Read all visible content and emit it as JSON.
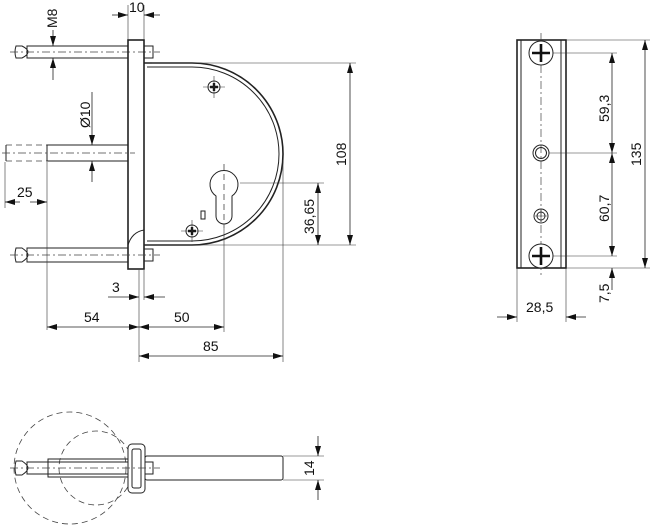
{
  "dimensions": {
    "thread": "M8",
    "plate_thickness": "10",
    "pin_diameter": "Ø10",
    "pin_projection": "25",
    "body_height": "108",
    "keyhole_height": "36,65",
    "gap": "3",
    "pin_length": "54",
    "backset": "50",
    "body_depth": "85",
    "upper_spacing": "59,3",
    "lower_spacing": "60,7",
    "plate_height": "135",
    "bottom_offset": "7,5",
    "plate_width": "28,5",
    "bar_thickness": "14"
  }
}
